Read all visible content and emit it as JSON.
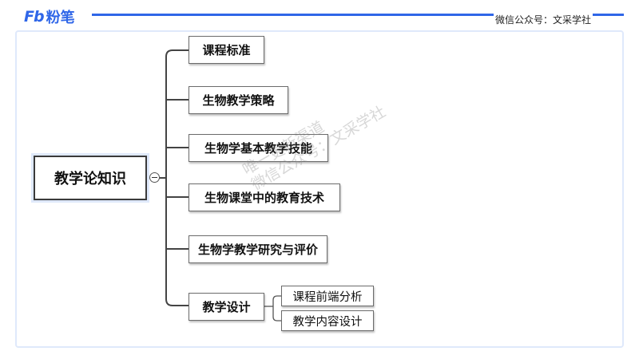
{
  "header": {
    "logo_mark": "Fb",
    "logo_text": "粉笔",
    "wechat": "微信公众号：文采学社"
  },
  "mindmap": {
    "root": "教学论知识",
    "toggle_icon": "collapse-minus-icon",
    "branches": [
      {
        "label": "课程标准"
      },
      {
        "label": "生物教学策略"
      },
      {
        "label": "生物学基本教学技能"
      },
      {
        "label": "生物课堂中的教育技术"
      },
      {
        "label": "生物学教学研究与评价"
      },
      {
        "label": "教学设计",
        "children": [
          "课程前端分析",
          "教学内容设计"
        ]
      }
    ]
  },
  "watermark": {
    "line1": "唯一更新渠道",
    "line2": "微信公众号：文采学社"
  }
}
